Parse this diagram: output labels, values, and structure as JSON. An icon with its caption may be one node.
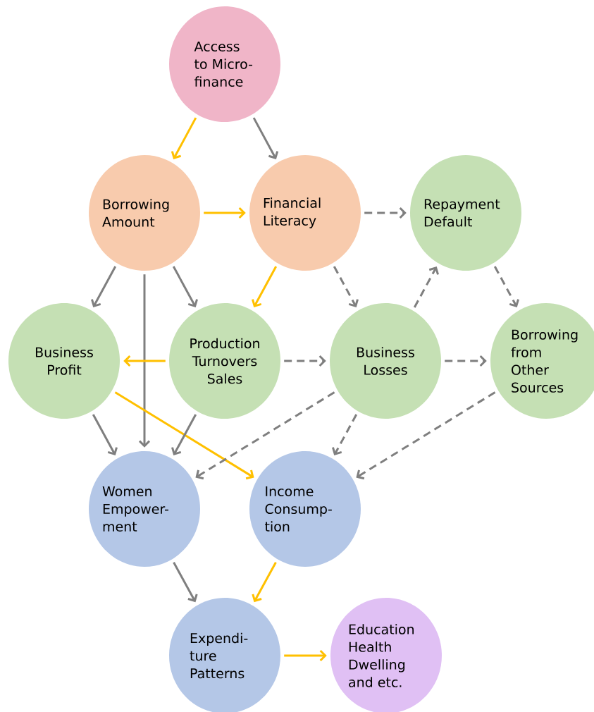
{
  "diagram": {
    "nodes": [
      {
        "text": [
          "Access to Micro-finance"
        ]
      },
      {
        "text": [
          "Borrowing Amount"
        ]
      },
      {
        "text": [
          "Financial Literacy"
        ]
      },
      {
        "text": [
          "Repayment Default"
        ]
      },
      {
        "text": [
          "Business Profit"
        ]
      },
      {
        "text": [
          "Production Turnovers Sales"
        ]
      },
      {
        "text": [
          "Business Losses"
        ]
      },
      {
        "text": [
          "Borrowing from Other Sources"
        ]
      },
      {
        "text": [
          "Women Empower-ment"
        ]
      },
      {
        "text": [
          "Income Consump-tion"
        ]
      },
      {
        "text": [
          "Expendi-ture Patterns"
        ]
      },
      {
        "text": [
          "Education Health Dwelling and etc."
        ]
      }
    ],
    "edges": [
      {
        "from": 0,
        "to": 1,
        "arrow": "to",
        "color": "#ffc000"
      },
      {
        "from": 0,
        "to": 2,
        "arrow": "to"
      },
      {
        "from": 1,
        "to": 2,
        "arrow": "to",
        "color": "#ffc000"
      },
      {
        "from": 2,
        "to": 3,
        "arrow": "to",
        "style": "dashed"
      },
      {
        "from": 1,
        "to": 4,
        "arrow": "to"
      },
      {
        "from": 1,
        "to": 8,
        "arrow": "to"
      },
      {
        "from": 1,
        "to": 5,
        "arrow": "to"
      },
      {
        "from": 2,
        "to": 5,
        "arrow": "to",
        "color": "#ffc000"
      },
      {
        "from": 2,
        "to": 6,
        "arrow": "to",
        "style": "dashed"
      },
      {
        "from": 6,
        "to": 3,
        "arrow": "to",
        "style": "dashed"
      },
      {
        "from": 3,
        "to": 7,
        "arrow": "to",
        "style": "dashed"
      },
      {
        "from": 5,
        "to": 4,
        "arrow": "to",
        "color": "#ffc000"
      },
      {
        "from": 5,
        "to": 6,
        "arrow": "to",
        "style": "dashed"
      },
      {
        "from": 6,
        "to": 7,
        "arrow": "to",
        "style": "dashed"
      },
      {
        "from": 4,
        "to": 8,
        "arrow": "to"
      },
      {
        "from": 4,
        "to": 9,
        "arrow": "to",
        "color": "#ffc000"
      },
      {
        "from": 5,
        "to": 8,
        "arrow": "to"
      },
      {
        "from": 6,
        "to": 8,
        "arrow": "to",
        "style": "dashed"
      },
      {
        "from": 6,
        "to": 9,
        "arrow": "to",
        "style": "dashed"
      },
      {
        "from": 7,
        "to": 9,
        "arrow": "to",
        "style": "dashed"
      },
      {
        "from": 8,
        "to": 10,
        "arrow": "to"
      },
      {
        "from": 9,
        "to": 10,
        "arrow": "to",
        "color": "#ffc000"
      },
      {
        "from": 10,
        "to": 11,
        "arrow": "to",
        "color": "#ffc000"
      }
    ]
  }
}
